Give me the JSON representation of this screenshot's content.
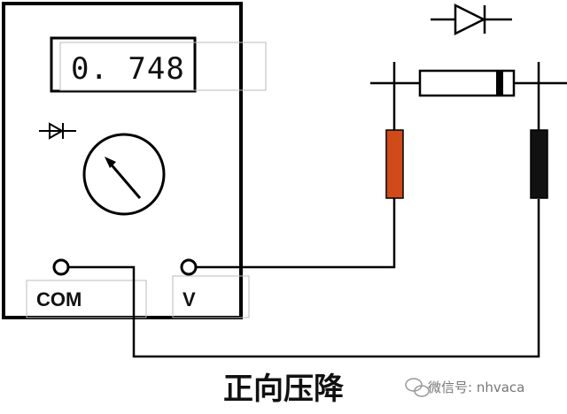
{
  "meter": {
    "display_value": "0. 748",
    "com_label": "COM",
    "v_label": "V"
  },
  "caption": "正向压降",
  "watermark": "微信号: nhvaca",
  "colors": {
    "red_probe": "#d14a1a",
    "black_probe": "#111111"
  }
}
